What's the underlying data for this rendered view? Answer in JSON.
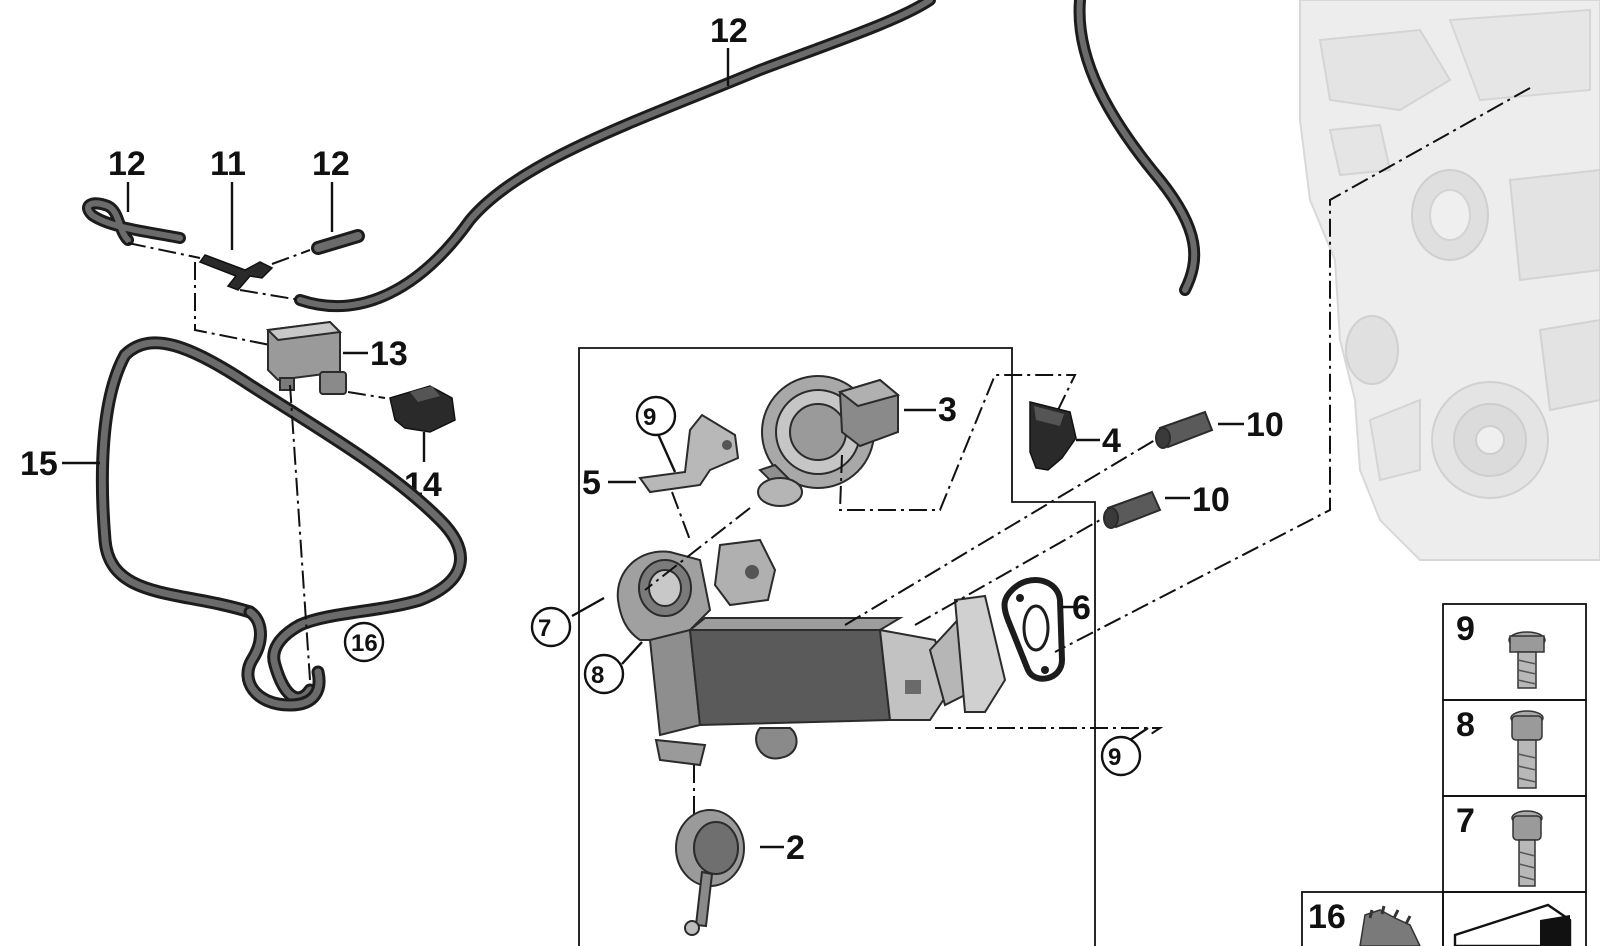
{
  "callouts": {
    "c12_top": "12",
    "c12_left": "12",
    "c11": "11",
    "c12_right": "12",
    "c13": "13",
    "c14": "14",
    "c15": "15",
    "c16_circ": "16",
    "c3": "3",
    "c4": "4",
    "c5": "5",
    "c9_circ_top": "9",
    "c10_top": "10",
    "c10_bottom": "10",
    "c6": "6",
    "c7_circ": "7",
    "c8_circ": "8",
    "c9_circ_bottom": "9",
    "c2": "2"
  },
  "kit": {
    "c9": "9",
    "c8": "8",
    "c7": "7",
    "c16": "16"
  },
  "colors": {
    "hose_dark": "#1c1c1c",
    "hose_fill": "#6b6b6b",
    "metal_light": "#c8c8c8",
    "metal_mid": "#9a9a9a",
    "metal_dark": "#555555",
    "engine_ghost": "#e6e6e6",
    "ink": "#111111"
  }
}
